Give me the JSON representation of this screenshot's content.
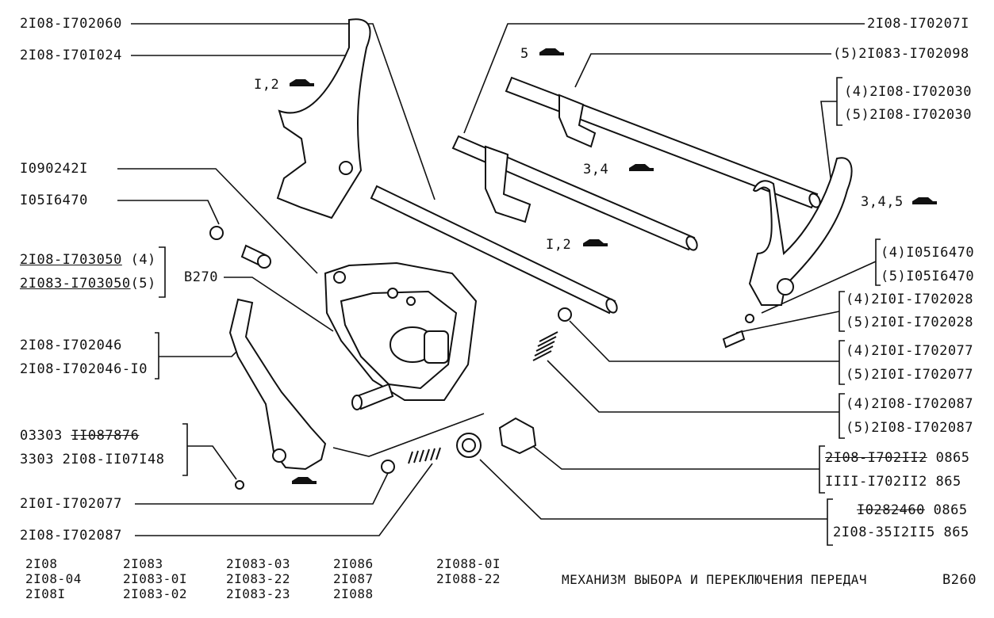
{
  "parts": {
    "p1": "2I08-I702060",
    "p2": "2I08-I70I024",
    "p3": "I090242I",
    "p4": "I05I6470",
    "p5a": "2I08-I703050",
    "p5b": "(4)",
    "p6a": "2I083-I703050",
    "p6b": "(5)",
    "p7": "B270",
    "p8": "2I08-I702046",
    "p9": "2I08-I702046-I0",
    "p10a": "03303",
    "p10b": "II087876",
    "p11": "3303   2I08-II07I48",
    "p12": "2I0I-I702077",
    "p13": "2I08-I702087",
    "r1": "2I08-I70207I",
    "r2": "(5)2I083-I702098",
    "r3": "(4)2I08-I702030",
    "r4": "(5)2I08-I702030",
    "r5": "(4)I05I6470",
    "r6": "(5)I05I6470",
    "r7": "(4)2I0I-I702028",
    "r8": "(5)2I0I-I702028",
    "r9": "(4)2I0I-I702077",
    "r10": "(5)2I0I-I702077",
    "r11": "(4)2I08-I702087",
    "r12": "(5)2I08-I702087",
    "r13a": "2I08-I702II2",
    "r13b": "0865",
    "r14": "IIII-I702II2   865",
    "r15a": "I0282460",
    "r15b": "0865",
    "r16": "2I08-35I2II5 865"
  },
  "gear_labels": {
    "g12top": "I,2",
    "g5": "5",
    "g34": "3,4",
    "g12mid": "I,2",
    "g345": "3,4,5"
  },
  "models": {
    "col1": [
      "2I08",
      "2I08-04",
      "2I08I"
    ],
    "col2": [
      "2I083",
      "2I083-0I",
      "2I083-02"
    ],
    "col3": [
      "2I083-03",
      "2I083-22",
      "2I083-23"
    ],
    "col4": [
      "2I086",
      "2I087",
      "2I088"
    ],
    "col5": [
      "2I088-0I",
      "2I088-22"
    ]
  },
  "title": "МЕХАНИЗМ ВЫБОРА И ПЕРЕКЛЮЧЕНИЯ ПЕРЕДАЧ",
  "page_code": "B260"
}
